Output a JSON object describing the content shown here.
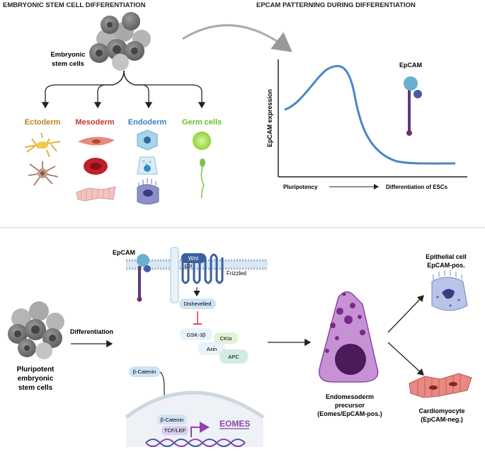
{
  "top": {
    "left_title": "EMBRYONIC STEM CELL DIFFERENTIATION",
    "right_title": "EPCAM PATTERNING DURING DIFFERENTIATION",
    "esc_label_line1": "Embryonic",
    "esc_label_line2": "stem cells",
    "lineages": [
      {
        "label": "Ectoderm",
        "color": "#b8861b"
      },
      {
        "label": "Mesoderm",
        "color": "#c0392b"
      },
      {
        "label": "Endoderm",
        "color": "#3b7fc4"
      },
      {
        "label": "Germ cells",
        "color": "#6bbf2a"
      }
    ],
    "graph": {
      "ylabel": "EpCAM expression",
      "x_start_label": "Pluripotency",
      "x_end_label": "Differentiation of ESCs",
      "epcam_label": "EpCAM",
      "curve_color": "#4a86c8"
    }
  },
  "bottom": {
    "epcam_label": "EpCAM",
    "lrp_label": "LRP",
    "wnt_label": "Wnt",
    "frizzled_label": "Frizzled",
    "dishevelled_label": "Dishevelled",
    "gsk_label": "GSK-3β",
    "ck_label": "CKIα",
    "axin_label": "Axin",
    "apc_label": "APC",
    "bcatenin_cyto_label": "β-Catenin",
    "bcatenin_nuc_label": "β-Catenin",
    "tcf_label": "TCF/LEF",
    "eomes_label": "EOMES",
    "pluri_line1": "Pluripotent",
    "pluri_line2": "embryonic",
    "pluri_line3": "stem cells",
    "differentiation_label": "Differentiation",
    "endo_line1": "Endomesoderm",
    "endo_line2": "precursor",
    "endo_line3": "(Eomes/EpCAM-pos.)",
    "epi_line1": "Epithelial cell",
    "epi_line2": "EpCAM-pos.",
    "cardio_line1": "Cardiomyocyte",
    "cardio_line2": "(EpCAM-neg.)",
    "eomes_color": "#8e44ad"
  }
}
